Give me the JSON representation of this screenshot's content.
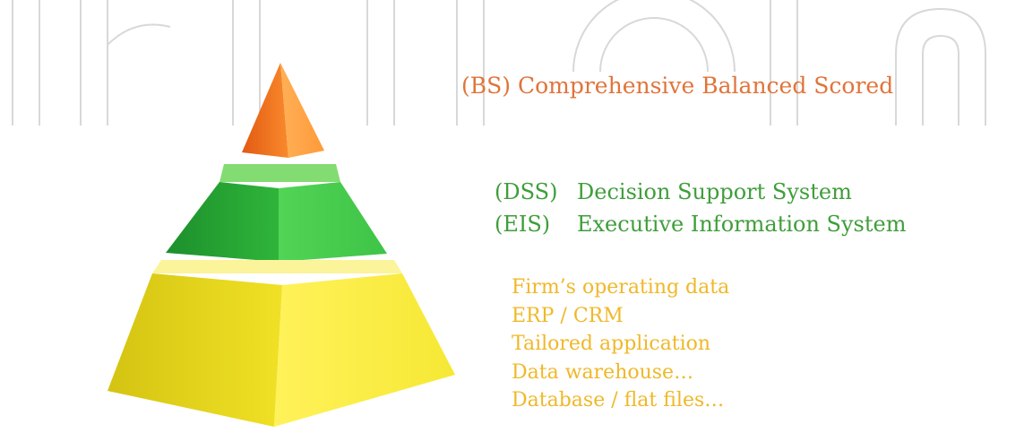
{
  "colors": {
    "top_tier": "#ff8f28",
    "middle_tier": "#33bb3b",
    "base_tier": "#f2e428",
    "top_text": "#e0743a",
    "middle_text": "#3f9e3a",
    "base_text": "#f0b828",
    "watermark": "#d8d8d8"
  },
  "tiers": {
    "top": {
      "label": "(BS) Comprehensive Balanced Scored"
    },
    "middle": {
      "items": [
        {
          "abbr": "(DSS)",
          "name": "Decision Support System"
        },
        {
          "abbr": "(EIS)",
          "name": "Executive Information System"
        }
      ]
    },
    "base": {
      "items": [
        "Firm’s operating data",
        "ERP / CRM",
        "Tailored application",
        "Data warehouse…",
        "Database / flat files…"
      ]
    }
  }
}
